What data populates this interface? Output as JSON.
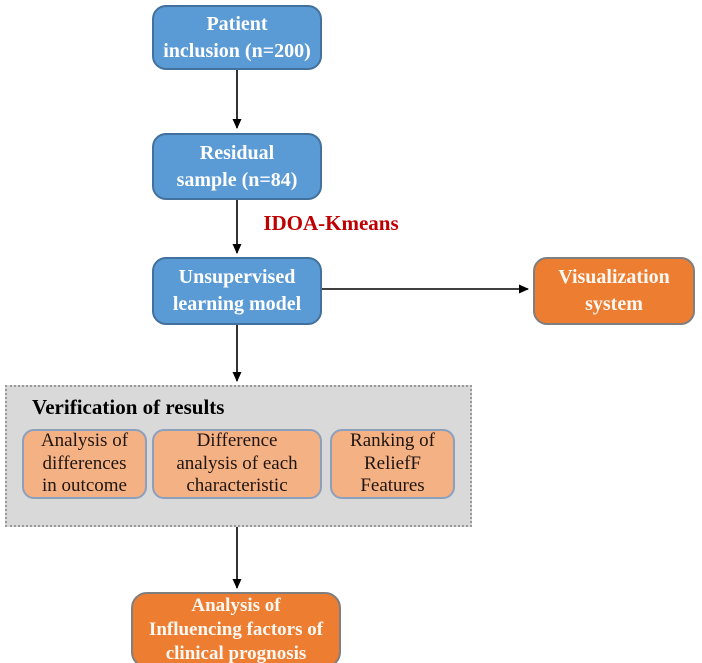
{
  "figure": {
    "type": "flowchart",
    "nodes": {
      "patient": {
        "label": "Patient\ninclusion (n=200)"
      },
      "residual": {
        "label": "Residual\nsample (n=84)"
      },
      "unsupervised": {
        "label": "Unsupervised\nlearning model"
      },
      "visualization": {
        "label": "Visualization\nsystem"
      },
      "verification": {
        "title": "Verification of results",
        "children": [
          {
            "label": "Analysis of\ndifferences\nin outcome"
          },
          {
            "label": "Difference\nanalysis of each\ncharacteristic"
          },
          {
            "label": "Ranking of\nReliefF\nFeatures"
          }
        ]
      },
      "final_analysis": {
        "label": "Analysis of\nInfluencing factors of\nclinical prognosis"
      }
    },
    "edges": {
      "kmeans_label": "IDOA-Kmeans"
    },
    "colors": {
      "node_blue_fill": "#5B9BD5",
      "node_blue_border": "#41719C",
      "node_orange_fill": "#ED7D31",
      "node_orange_border": "#7F7F7F",
      "subnode_fill": "#F4B183",
      "subnode_border": "#8AA0BD",
      "group_fill": "#D9D9D9",
      "group_border": "#9A9A9A",
      "edge_label_red": "#C00000",
      "arrow_black": "#000000",
      "text_white": "#FFFFFF",
      "text_dark": "#1F1511"
    }
  }
}
